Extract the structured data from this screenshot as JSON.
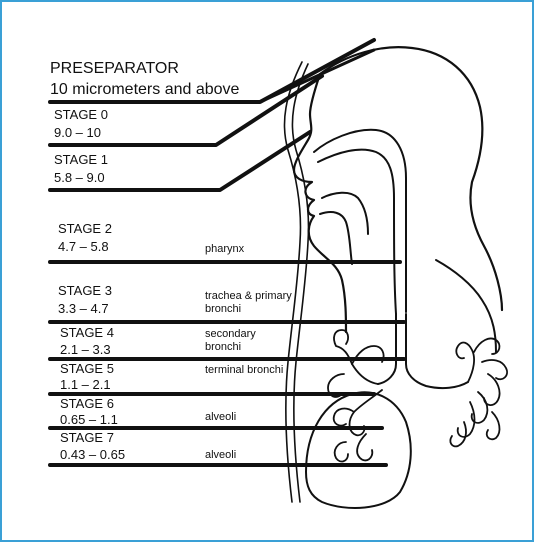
{
  "preseparator": {
    "title": "PRESEPARATOR",
    "range": "10 micrometers and above"
  },
  "stages": [
    {
      "name": "STAGE 0",
      "range": "9.0 – 10",
      "region": ""
    },
    {
      "name": "STAGE 1",
      "range": "5.8 – 9.0",
      "region": ""
    },
    {
      "name": "STAGE 2",
      "range": "4.7 – 5.8",
      "region": "pharynx"
    },
    {
      "name": "STAGE 3",
      "range": "3.3 – 4.7",
      "region": "trachea & primary bronchi"
    },
    {
      "name": "STAGE 4",
      "range": "2.1 – 3.3",
      "region": "secondary bronchi"
    },
    {
      "name": "STAGE 5",
      "range": "1.1 – 2.1",
      "region": "terminal bronchi"
    },
    {
      "name": "STAGE 6",
      "range": "0.65 – 1.1",
      "region": "alveoli"
    },
    {
      "name": "STAGE 7",
      "range": "0.43 – 0.65",
      "region": "alveoli"
    }
  ],
  "colors": {
    "frame": "#3aa0d6",
    "ink": "#111111"
  }
}
